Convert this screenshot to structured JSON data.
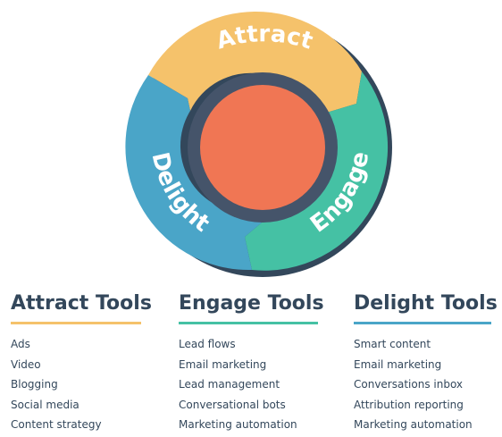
{
  "flywheel": {
    "segments": [
      {
        "label": "Attract",
        "color": "#f5c26b"
      },
      {
        "label": "Engage",
        "color": "#45c1a4"
      },
      {
        "label": "Delight",
        "color": "#4aa5c8"
      }
    ],
    "hub_color": "#f07654",
    "ring_color": "#45546a",
    "outline_color": "#33475b"
  },
  "columns": [
    {
      "title": "Attract Tools",
      "rule_color": "#f5c26b",
      "items": [
        "Ads",
        "Video",
        "Blogging",
        "Social media",
        "Content strategy"
      ]
    },
    {
      "title": "Engage Tools",
      "rule_color": "#45c1a4",
      "items": [
        "Lead flows",
        "Email marketing",
        "Lead management",
        "Conversational bots",
        "Marketing automation"
      ]
    },
    {
      "title": "Delight Tools",
      "rule_color": "#4aa5c8",
      "items": [
        "Smart content",
        "Email marketing",
        "Conversations inbox",
        "Attribution reporting",
        "Marketing automation"
      ]
    }
  ]
}
